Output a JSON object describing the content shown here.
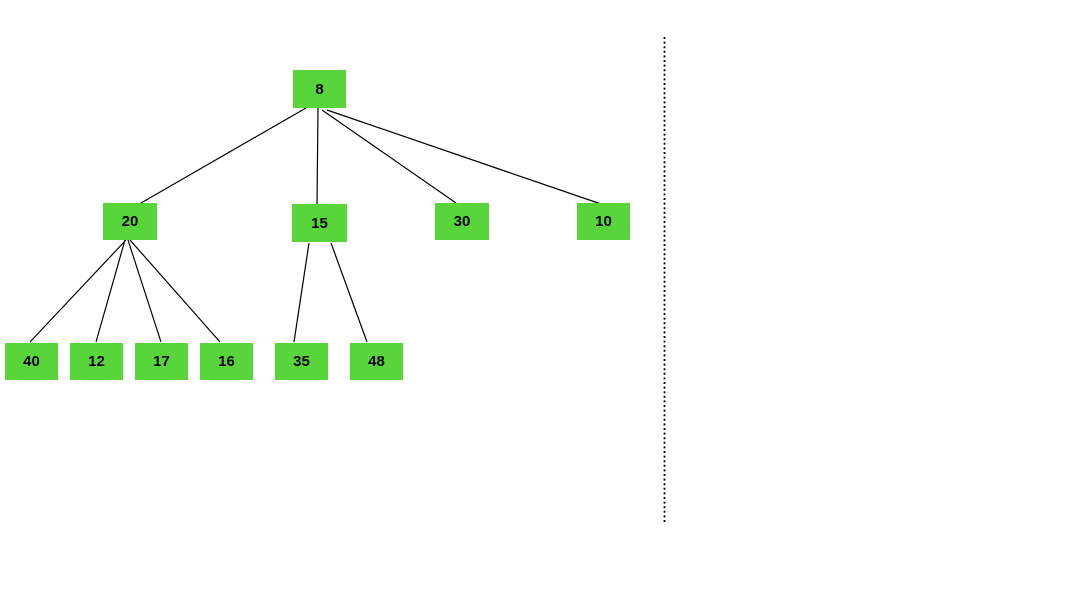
{
  "diagram": {
    "type": "tree",
    "nodes": {
      "n8": {
        "value": "8"
      },
      "n20": {
        "value": "20"
      },
      "n15": {
        "value": "15"
      },
      "n30": {
        "value": "30"
      },
      "n10": {
        "value": "10"
      },
      "n40": {
        "value": "40"
      },
      "n12": {
        "value": "12"
      },
      "n17": {
        "value": "17"
      },
      "n16": {
        "value": "16"
      },
      "n35": {
        "value": "35"
      },
      "n48": {
        "value": "48"
      }
    },
    "tree": {
      "value": "8",
      "children": [
        {
          "value": "20",
          "children": [
            {
              "value": "40"
            },
            {
              "value": "12"
            },
            {
              "value": "17"
            },
            {
              "value": "16"
            }
          ]
        },
        {
          "value": "15",
          "children": [
            {
              "value": "35"
            },
            {
              "value": "48"
            }
          ]
        },
        {
          "value": "30",
          "children": []
        },
        {
          "value": "10",
          "children": []
        }
      ]
    },
    "edges": [
      {
        "from": "8",
        "to": "20"
      },
      {
        "from": "8",
        "to": "15"
      },
      {
        "from": "8",
        "to": "30"
      },
      {
        "from": "8",
        "to": "10"
      },
      {
        "from": "20",
        "to": "40"
      },
      {
        "from": "20",
        "to": "12"
      },
      {
        "from": "20",
        "to": "17"
      },
      {
        "from": "20",
        "to": "16"
      },
      {
        "from": "15",
        "to": "35"
      },
      {
        "from": "15",
        "to": "48"
      }
    ],
    "colors": {
      "node_fill": "#58d53a",
      "node_text": "#000000",
      "edge_stroke": "#000000",
      "separator_stroke": "#000000",
      "background": "#ffffff"
    }
  }
}
